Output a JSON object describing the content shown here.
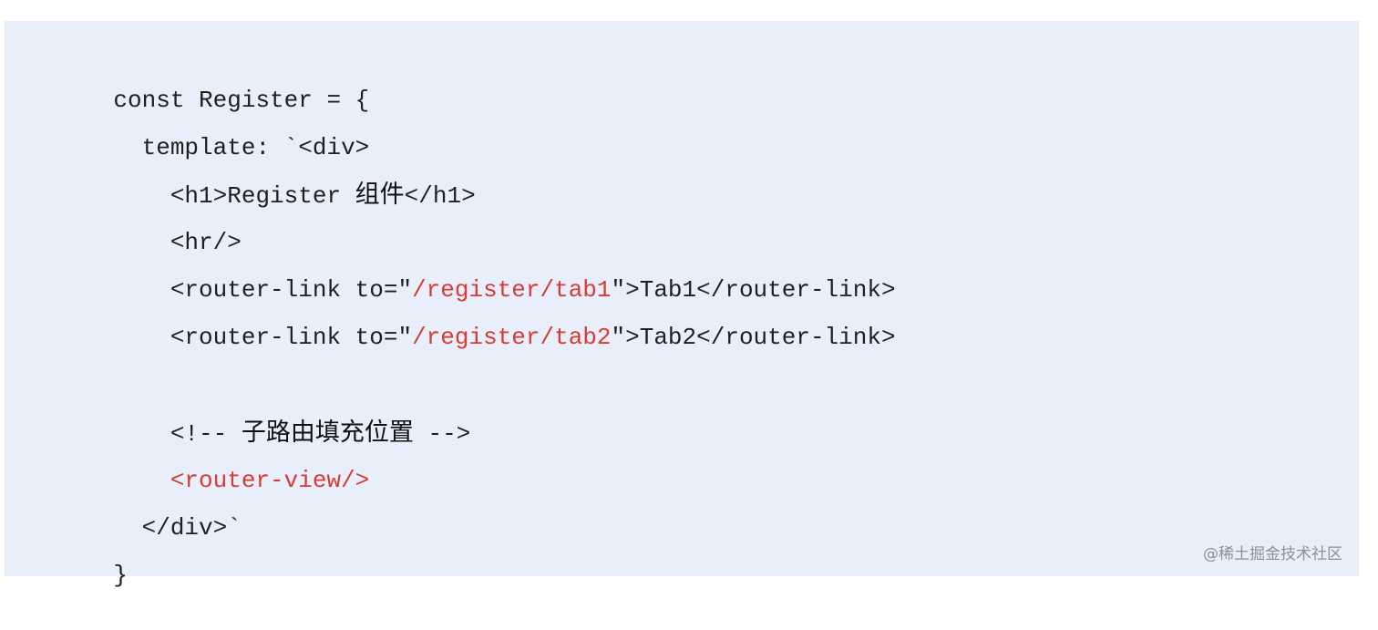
{
  "code": {
    "lines": [
      {
        "prefix": "const Register = {"
      },
      {
        "prefix": "  template: `<div>"
      },
      {
        "prefix": "    <h1>Register ",
        "cjk": "组件",
        "suffix": "</h1>"
      },
      {
        "prefix": "    <hr/>"
      },
      {
        "prefix": "    <router-link to=\"",
        "red": "/register/tab1",
        "suffix": "\">Tab1</router-link>"
      },
      {
        "prefix": "    <router-link to=\"",
        "red": "/register/tab2",
        "suffix": "\">Tab2</router-link>"
      },
      {
        "prefix": ""
      },
      {
        "prefix": "    <!-- ",
        "cjk": "子路由填充位置",
        "suffix": " -->"
      },
      {
        "red": "    <router-view/>"
      },
      {
        "prefix": "  </div>`"
      },
      {
        "prefix": "}"
      }
    ]
  },
  "watermark": "@稀土掘金技术社区",
  "colors": {
    "background": "#e8effb",
    "text": "#1f1f1f",
    "accent": "#d83b34",
    "watermark": "#8d8f93"
  }
}
